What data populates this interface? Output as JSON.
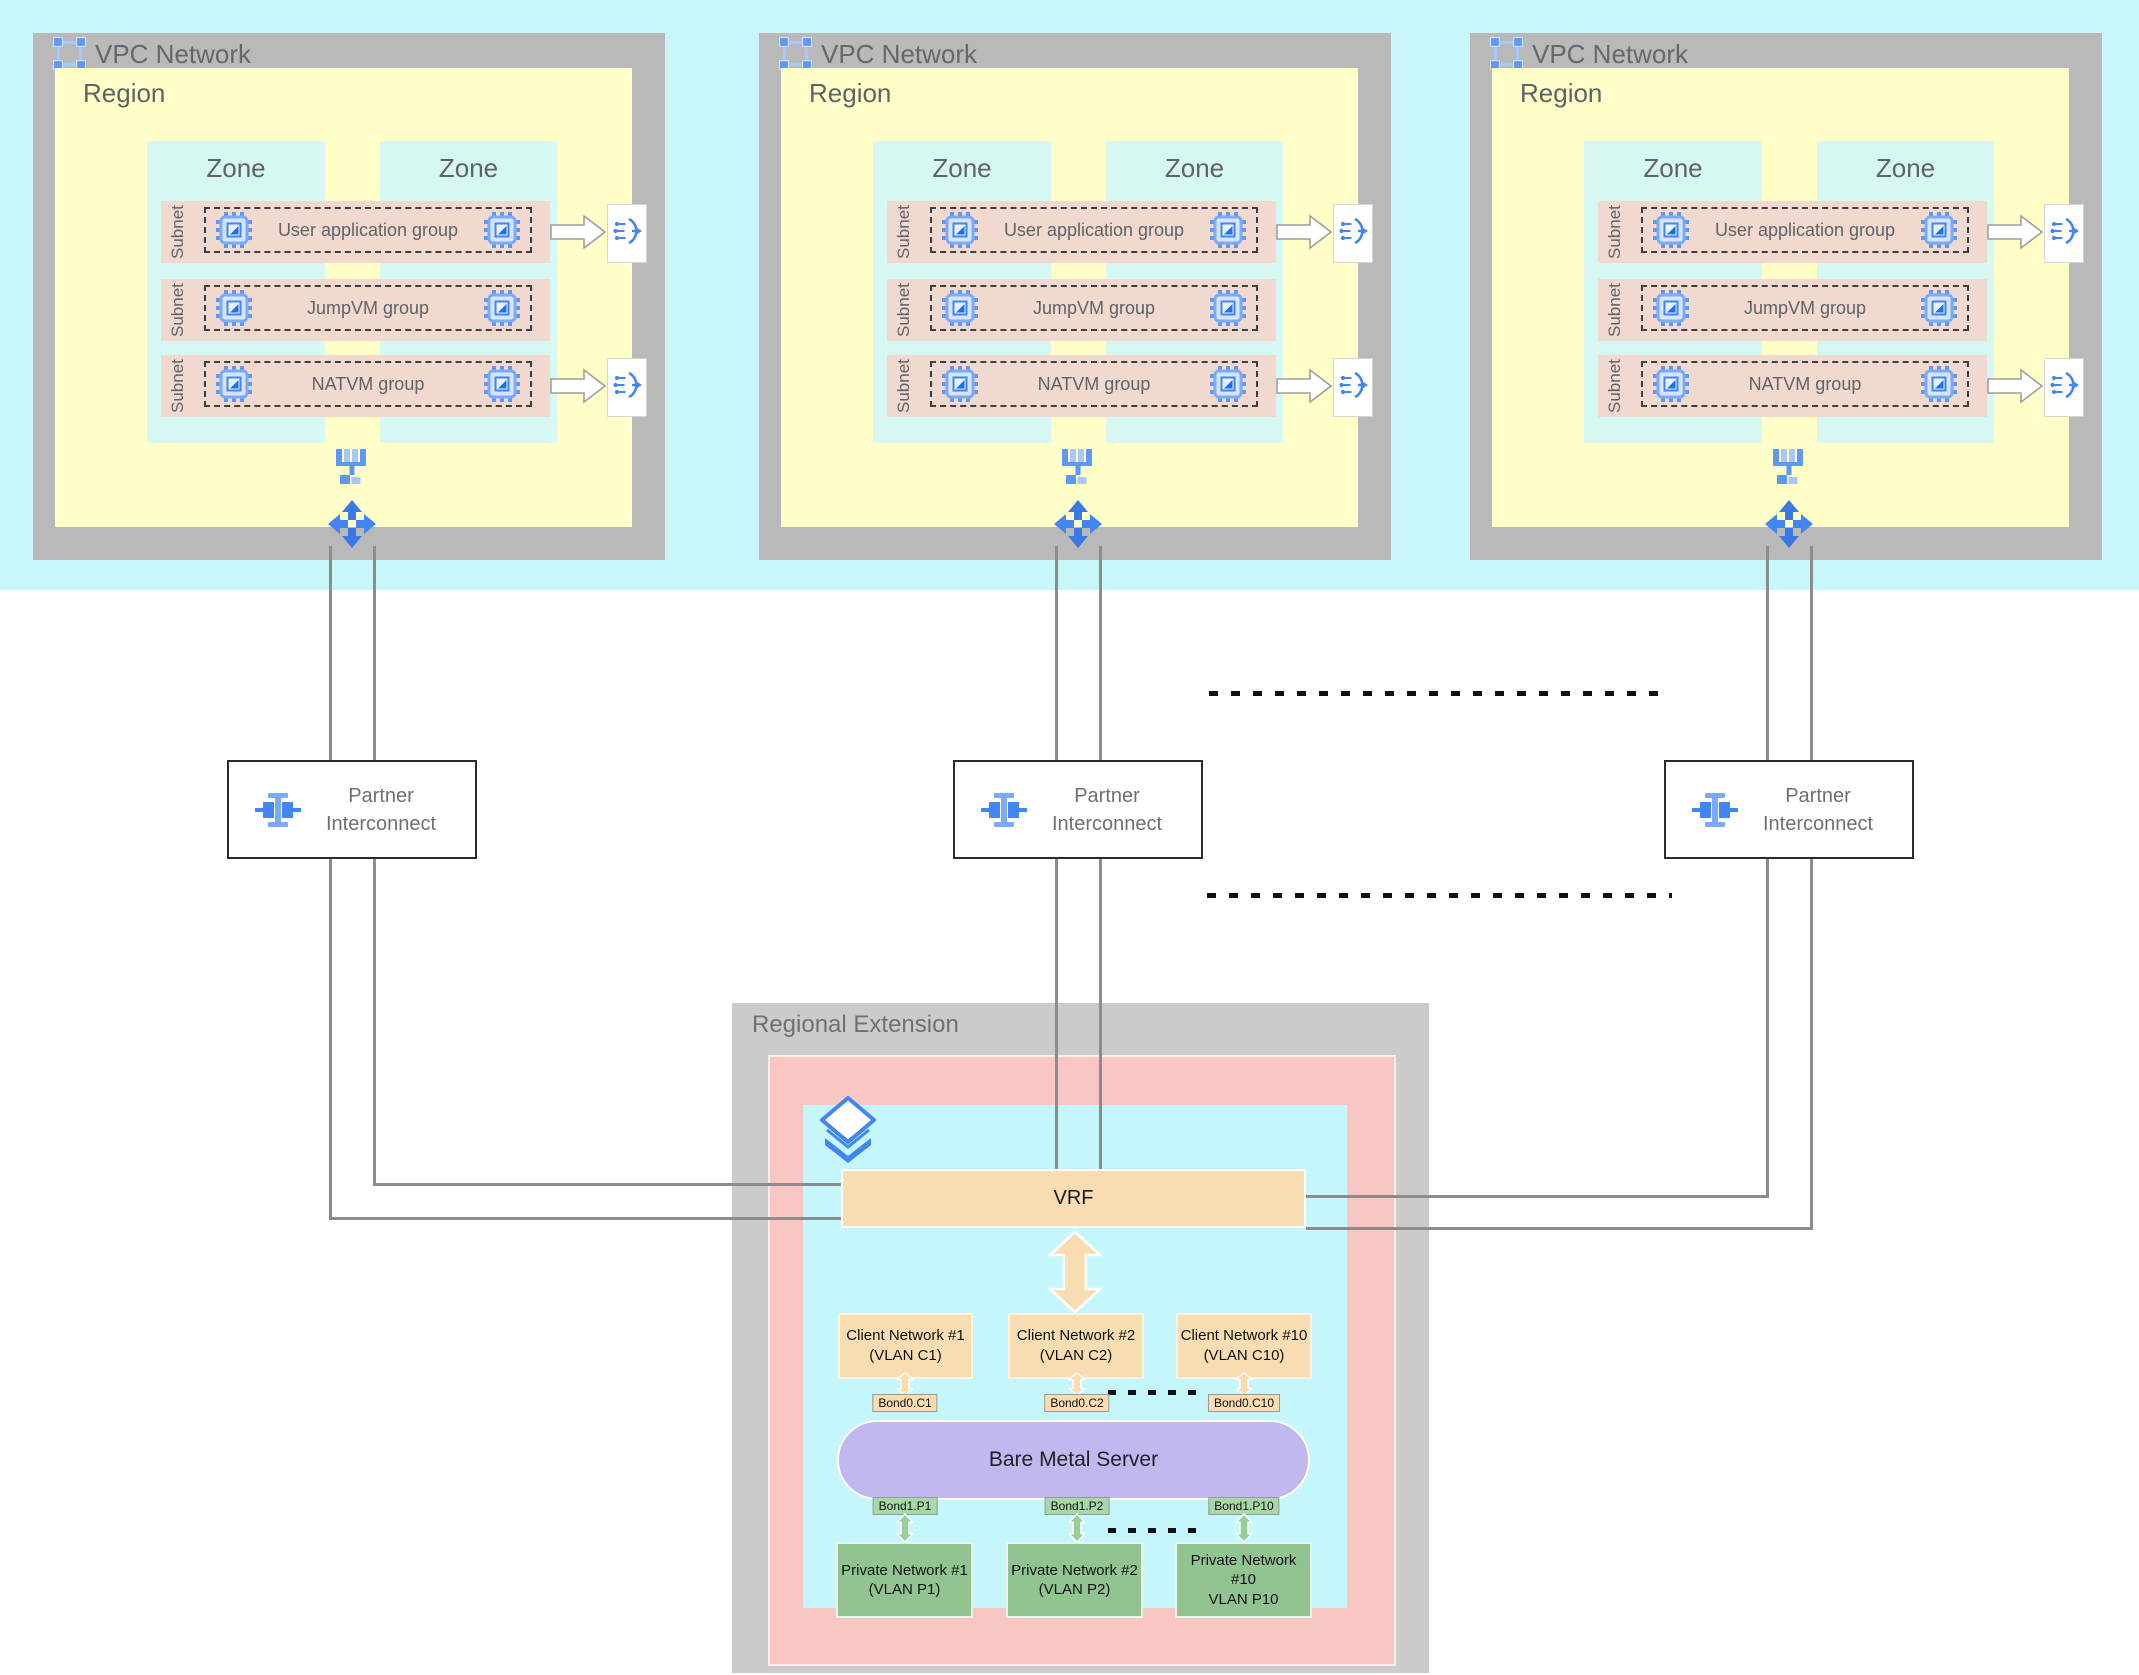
{
  "vpc": {
    "title": "VPC Network",
    "region_label": "Region",
    "zone_label": "Zone",
    "subnet_label": "Subnet",
    "groups": [
      {
        "label": "User application group"
      },
      {
        "label": "JumpVM group"
      },
      {
        "label": "NATVM group"
      }
    ]
  },
  "interconnect": {
    "label": "Partner\nInterconnect"
  },
  "regional_extension": {
    "title": "Regional Extension",
    "vrf_label": "VRF",
    "client_networks": [
      "Client Network #1\n(VLAN C1)",
      "Client Network #2\n(VLAN C2)",
      "Client Network #10\n(VLAN C10)"
    ],
    "client_bonds": [
      "Bond0.C1",
      "Bond0.C2",
      "Bond0.C10"
    ],
    "server_label": "Bare Metal Server",
    "private_bonds": [
      "Bond1.P1",
      "Bond1.P2",
      "Bond1.P10"
    ],
    "private_networks": [
      "Private Network #1\n(VLAN P1)",
      "Private Network #2\n(VLAN P2)",
      "Private Network\n#10\nVLAN P10"
    ]
  },
  "icons": {
    "vpc": "vpc-network-icon",
    "vm": "compute-vm-icon",
    "load_balancer": "load-balancer-icon",
    "subnet_tree": "network-switch-icon",
    "router": "cloud-router-icon",
    "interconnect": "partner-interconnect-icon",
    "peering": "stacked-diamond-icon"
  },
  "colors": {
    "accent_blue": "#4285f4",
    "light_blue": "#7baaf7",
    "band_cyan": "#c8f6fb",
    "zone_cyan": "#d6f8f2",
    "region_yellow": "#ffffc7",
    "subnet_salmon": "#f1d9cf",
    "vpc_gray": "#b9b9b9",
    "extension_gray": "#cbcbcb",
    "extension_pink": "#f8c7c3",
    "wheat": "#f8dcb2",
    "server_purple": "#c1b8f0",
    "network_green": "#92c492",
    "line_gray": "#8c8c8c"
  }
}
